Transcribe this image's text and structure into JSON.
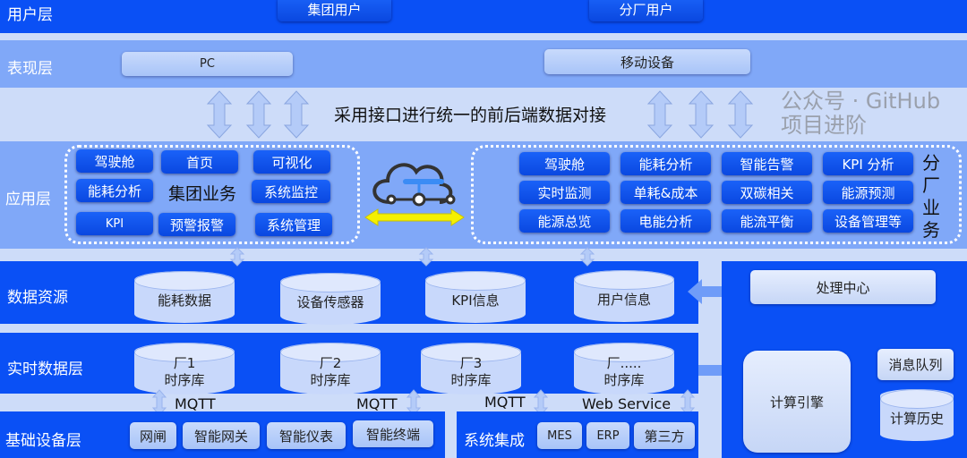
{
  "user_layer": {
    "label": "用户层",
    "buttons": [
      "集团用户",
      "分厂用户"
    ]
  },
  "presentation_layer": {
    "label": "表现层",
    "buttons": [
      "PC",
      "移动设备"
    ]
  },
  "interface_text": "采用接口进行统一的前后端数据对接",
  "application_layer": {
    "label": "应用层",
    "group": {
      "title": "集团业务",
      "buttons": [
        "驾驶舱",
        "首页",
        "可视化",
        "能耗分析",
        "系统监控",
        "KPI",
        "预警报警",
        "系统管理"
      ]
    },
    "factory": {
      "title": "分厂业务",
      "buttons": [
        "驾驶舱",
        "能耗分析",
        "智能告警",
        "KPI 分析",
        "实时监测",
        "单耗&成本",
        "双碳相关",
        "能源预测",
        "能源总览",
        "电能分析",
        "能流平衡",
        "设备管理等"
      ]
    }
  },
  "data_resource": {
    "label": "数据资源",
    "items": [
      "能耗数据",
      "设备传感器",
      "KPI信息",
      "用户信息"
    ]
  },
  "realtime_layer": {
    "label": "实时数据层",
    "items": [
      [
        "厂1",
        "时序库"
      ],
      [
        "厂2",
        "时序库"
      ],
      [
        "厂3",
        "时序库"
      ],
      [
        "厂.....",
        "时序库"
      ]
    ]
  },
  "protocols": [
    "MQTT",
    "MQTT",
    "MQTT",
    "Web Service"
  ],
  "device_layer": {
    "label": "基础设备层",
    "items": [
      "网闸",
      "智能网关",
      "智能仪表",
      "智能终端"
    ]
  },
  "integration": {
    "label": "系统集成",
    "items": [
      "MES",
      "ERP",
      "第三方"
    ]
  },
  "processing": {
    "center": "处理中心",
    "engine": "计算引擎",
    "queue": "消息队列",
    "history": "计算历史"
  },
  "watermark": "公众号 · GitHub项目进阶",
  "colors": {
    "dark_blue": "#0a50f5",
    "mid_blue": "#80a8f8",
    "light_blue": "#cddcf9",
    "arrow_yellow": "#f5f000"
  }
}
